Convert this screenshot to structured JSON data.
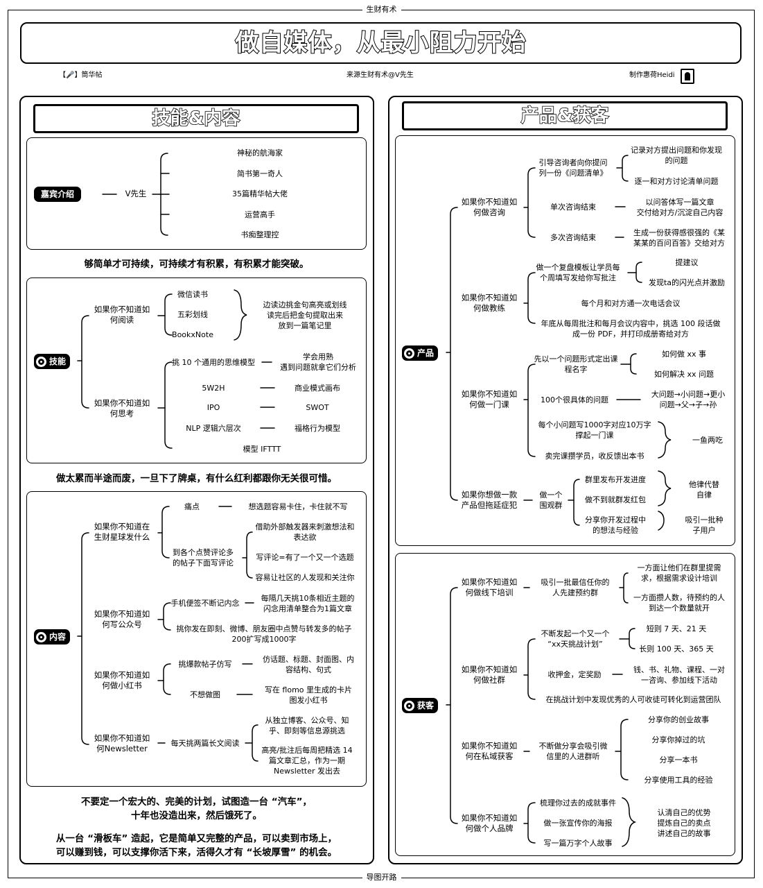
{
  "header": {
    "top_label": "生财有术",
    "bottom_label": "导图开路",
    "title": "做自媒体，从最小阻力开始",
    "meta_left": "【🎤】筒华帖",
    "meta_center": "来源生财有术@V先生",
    "meta_right": "制作惠荷Heidi"
  },
  "left": {
    "title": "技能&内容",
    "guest": {
      "badge": "嘉宾介绍",
      "name": "V先生",
      "items": [
        "神秘的航海家",
        "简书第一奇人",
        "35篇精华帖大佬",
        "运营高手",
        "书痴整理控"
      ]
    },
    "quote1": "够简单才可持续，可持续才有积累，有积累才能突破。",
    "skill": {
      "badge": "技能",
      "read_q": "如果你不知道如\n何阅读",
      "read_items": [
        "微信读书",
        "五彩划线",
        "BookxNote"
      ],
      "read_note": "边读边挑金句高亮或划线\n读完后把金句提取出来\n放到一篇笔记里",
      "think_q": "如果你不知道如\n何思考",
      "think_head": "挑 10 个通用的思维模型",
      "think_head_note": "学会用熟\n遇到问题就拿它们分析",
      "models_left": [
        "5W2H",
        "IPO",
        "NLP 逻辑六层次"
      ],
      "models_right": [
        "商业模式画布",
        "SWOT",
        "福格行为模型"
      ],
      "model_last": "模型 IFTTT"
    },
    "quote2": "做太累而半途而废，一旦下了牌桌，有什么红利都跟你无关很可惜。",
    "content": {
      "badge": "内容",
      "q1": "如果你不知道在\n生财星球发什么",
      "q1_a": "痛点",
      "q1_a_note": "想选题容易卡住，卡住就不写",
      "q1_b": "到各个点赞评论多\n的帖子下面写评论",
      "q1_b_items": [
        "借助外部触发器来刺激想法和\n表达欲",
        "写评论=有了一个又一个选题",
        "容易让社区的人发现和关注你"
      ],
      "q2": "如果你不知道如\n何写公众号",
      "q2_a": "手机便签不断记内念",
      "q2_a_note": "每隔几天挑10条相近主题的\n闪念用清单整合为1篇文章",
      "q2_b": "挑你发在即刻、微博、朋友圈中点赞与转发多的帖子\n200扩写成1000字",
      "q3": "如果你不知道如\n何做小红书",
      "q3_a": "挑爆款帖子仿写",
      "q3_a_note": "仿话题、标题、封面图、内\n容结构、句式",
      "q3_b": "不想做图",
      "q3_b_note": "写在 flomo 里生成的卡片\n图发小红书",
      "q4": "如果你不知道如\n何Newsletter",
      "q4_a": "每天挑两篇长文阅读",
      "q4_items": [
        "从独立博客、公众号、知\n乎、即刻等信息源挑选",
        "高亮/批注后每周把精选 14\n篇文章汇总，作为一期\nNewsletter 发出去"
      ]
    },
    "quote3": "不要定一个宏大的、完美的计划，试图造一台 “汽车”，\n十年也没造出来，然后饿死了。",
    "quote4": "从一台 “滑板车” 造起，它是简单又完整的产品，可以卖到市场上，\n可以赚到钱，可以支撑你活下来，活得久才有 “长坡厚雪” 的机会。"
  },
  "right": {
    "title": "产品&获客",
    "product": {
      "badge": "产品",
      "q1": "如果你不知道如\n何做咨询",
      "q1_a": "引导咨询者向你提问\n列一份《问题清单》",
      "q1_a_items": [
        "记录对方提出问题和你发现\n的问题",
        "逐一和对方讨论清单问题"
      ],
      "q1_b": "单次咨询结束",
      "q1_b_note": "以问答体写一篇文章\n交付给对方/沉淀自己内容",
      "q1_c": "多次咨询结束",
      "q1_c_note": "生成一份获得感很强的《某\n某某的百问百答》交给对方",
      "q2": "如果你不知道如\n何做教练",
      "q2_a": "做一个复盘模板让学员每\n个周填写发给你写批注",
      "q2_a_items": [
        "提建议",
        "发现ta的闪光点并激励"
      ],
      "q2_b": "每个月和对方通一次电话会议",
      "q2_c": "年底从每周批注和每月会议内容中，挑选 100 段话做\n成一份 PDF，并打印成册寄给对方",
      "q3": "如果你不知道如\n何做一门课",
      "q3_a": "先以一个问题形式定出课\n程名字",
      "q3_a_items": [
        "如何做 xx 事",
        "如何解决 xx 问题"
      ],
      "q3_b": "100个很具体的问题",
      "q3_b_note": "大问题→小问题→更小\n问题→父→子→孙",
      "q3_c": "每个小问题写1000字对应10万字\n撑起一门课",
      "q3_d": "卖完课攒学员，收反馈出本书",
      "q3_cd_note": "一鱼两吃",
      "q4": "如果你想做一款\n产品但拖延症犯",
      "q4_a": "做一个\n围观群",
      "q4_items": [
        "群里发布开发进度",
        "做不到就群发红包",
        "分享你开发过程中\n的想法与经验"
      ],
      "q4_n1": "他律代替\n自律",
      "q4_n2": "吸引一批种\n子用户"
    },
    "acquire": {
      "badge": "获客",
      "q1": "如果你不知道如\n何做线下培训",
      "q1_a": "吸引一批最信任你的\n人先建预约群",
      "q1_items": [
        "一方面让他们在群里提需\n求，根据需求设计培训",
        "一方面攒人数，待预约的人\n到达一个数量就开"
      ],
      "q2": "如果你不知道如\n何做社群",
      "q2_a": "不断发起一个又一个\n“xx天挑战计划”",
      "q2_a_items": [
        "短则 7 天、21 天",
        "长则 100 天、365 天"
      ],
      "q2_b": "收押金，定奖励",
      "q2_b_note": "钱、书、礼物、课程、一对\n一咨询、参加线下活动",
      "q2_c": "在挑战计划中发现优秀的人可收徒可转化到运营团队",
      "q3": "如果你不知道如\n何在私域获客",
      "q3_a": "不断做分享会吸引微\n信里的人进群听",
      "q3_items": [
        "分享你的创业故事",
        "分享你掉过的坑",
        "分享一本书",
        "分享使用工具的经验"
      ],
      "q4": "如果你不知道如\n何做个人品牌",
      "q4_items": [
        "梳理你过去的成就事件",
        "做一张宣传你的海报",
        "写一篇万字个人故事"
      ],
      "q4_note": "认清自己的优势\n提炼自己的卖点\n讲述自己的故事"
    }
  }
}
